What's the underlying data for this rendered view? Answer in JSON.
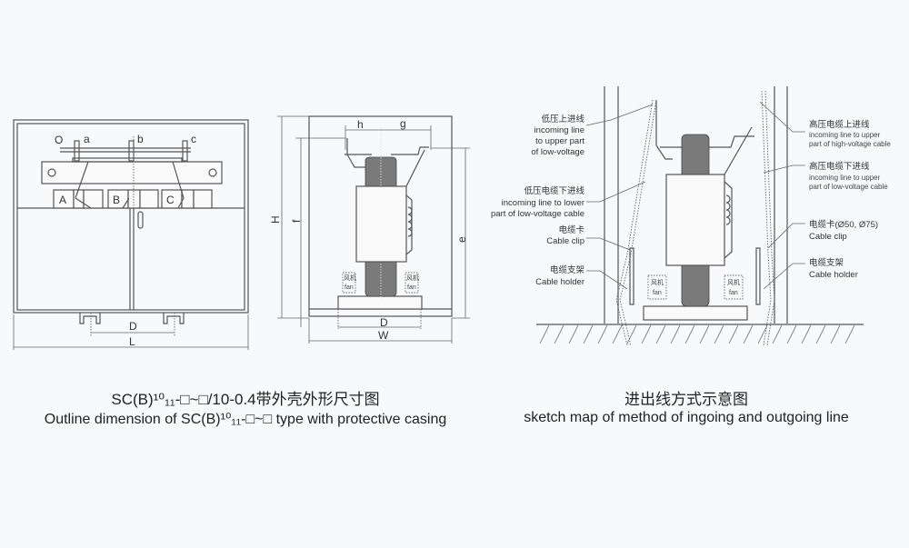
{
  "outline_figure": {
    "front_labels": {
      "o": "O",
      "a": "a",
      "b": "b",
      "c": "c",
      "A": "A",
      "B": "B",
      "C": "C",
      "D": "D",
      "L": "L"
    },
    "side_labels": {
      "h": "h",
      "g": "g",
      "H": "H",
      "f": "f",
      "e": "e",
      "D": "D",
      "W": "W",
      "fan_cn": "风机",
      "fan_en": "fan"
    },
    "caption_cn": "SC(B)¹⁰₁₁-□~□/10-0.4带外壳外形尺寸图",
    "caption_en": "Outline dimension of SC(B)¹⁰₁₁-□~□ type with protective casing"
  },
  "sketch_figure": {
    "left_callouts": [
      {
        "cn": "低压上进线",
        "en": [
          "incoming line",
          "to upper part",
          "of low-voltage"
        ]
      },
      {
        "cn": "低压电缆下进线",
        "en": [
          "incoming line to lower",
          "part of low-voltage cable"
        ]
      },
      {
        "cn": "电缆卡",
        "en": [
          "Cable clip"
        ]
      },
      {
        "cn": "电缆支架",
        "en": [
          "Cable holder"
        ]
      }
    ],
    "right_callouts": [
      {
        "cn": "高压电缆上进线",
        "en": [
          "incoming line to upper",
          "part of high-voltage cable"
        ]
      },
      {
        "cn": "高压电缆下进线",
        "en": [
          "incoming line to upper",
          "part of low-voltage cable"
        ]
      },
      {
        "cn": "电缆卡(Ø50, Ø75)",
        "en": [
          "Cable clip"
        ]
      },
      {
        "cn": "电缆支架",
        "en": [
          "Cable holder"
        ]
      }
    ],
    "fan_cn": "风机",
    "fan_en": "fan",
    "caption_cn": "进出线方式示意图",
    "caption_en": "sketch map of method of ingoing and outgoing line"
  }
}
